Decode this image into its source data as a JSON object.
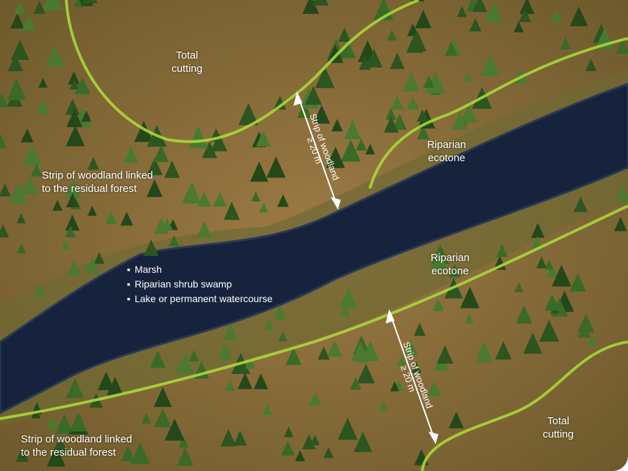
{
  "labels": {
    "total_cutting_top": "Total cutting",
    "total_cutting_bottom": "Total cutting",
    "riparian_ecotone_top": "Riparian ecotone",
    "riparian_ecotone_bottom": "Riparian ecotone",
    "strip_linked_top": [
      "Strip of woodland linked",
      "to the residual forest"
    ],
    "strip_linked_bottom": [
      "Strip of woodland linked",
      "to the residual forest"
    ],
    "strip_width_top": [
      "Strip of woodland",
      "≥ 20 m"
    ],
    "strip_width_bottom": [
      "Strip of woodland",
      "≥ 20 m"
    ]
  },
  "legend": [
    "Marsh",
    "Riparian shrub swamp",
    "Lake or permanent watercourse"
  ],
  "colors": {
    "ground": "#8a6a3a",
    "forest": "#2f5a22",
    "water": "#17233d",
    "boundary": "#a8d83a",
    "ecotone": "#6b6a30"
  }
}
